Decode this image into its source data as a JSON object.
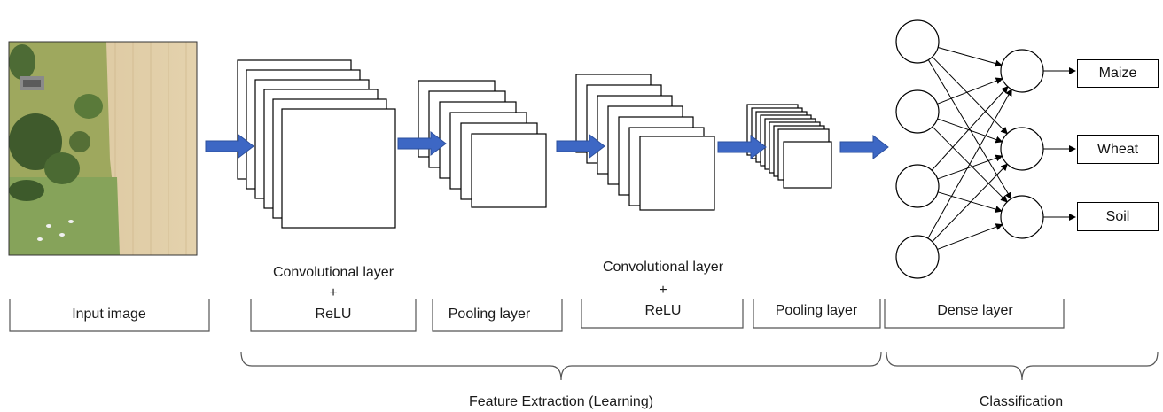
{
  "input_label": "Input image",
  "stages": {
    "conv1": {
      "line1": "Convolutional layer",
      "plus": "+",
      "line2": "ReLU"
    },
    "pool1": "Pooling layer",
    "conv2": {
      "line1": "Convolutional layer",
      "plus": "+",
      "line2": "ReLU"
    },
    "pool2": "Pooling layer",
    "dense": "Dense layer"
  },
  "groups": {
    "feature_extraction": "Feature Extraction (Learning)",
    "classification": "Classification"
  },
  "classes": [
    "Maize",
    "Wheat",
    "Soil"
  ],
  "colors": {
    "arrow": "#3d67c4",
    "arrow_edge": "#2b4f9e",
    "stroke": "#000000"
  }
}
